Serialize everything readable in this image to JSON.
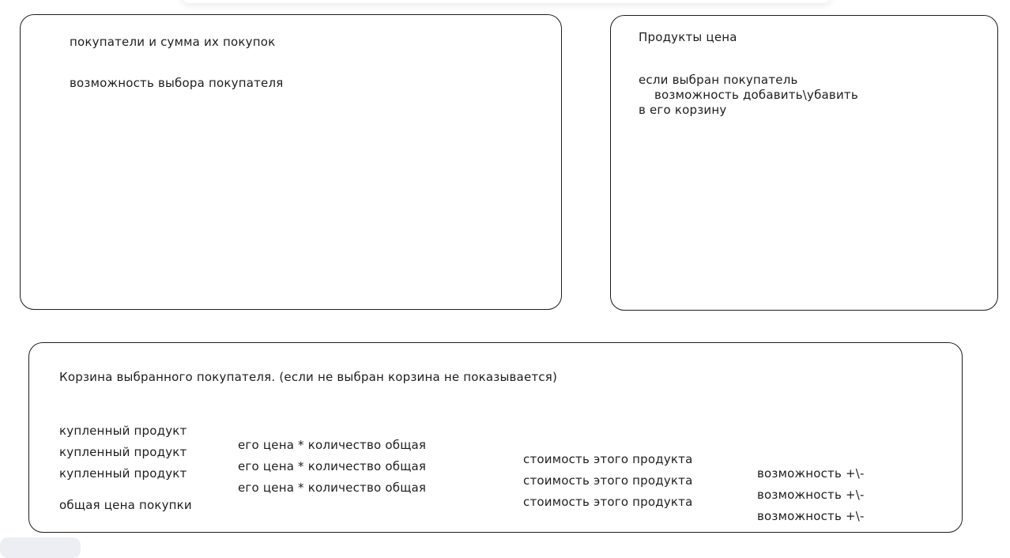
{
  "customers_panel": {
    "line1": "покупатели и сумма их покупок",
    "line2": "возможность выбора покупателя"
  },
  "products_panel": {
    "title": "Продукты цена",
    "line1": "если выбран покупатель",
    "line2": "возможность добавить\\убавить",
    "line3": "в его корзину"
  },
  "cart_panel": {
    "title": "Корзина выбранного покупателя. (если не выбран корзина не показывается)",
    "rows": [
      {
        "product": "купленный продукт",
        "price": "его цена * количество общая",
        "cost": "стоимость этого продукта",
        "action": "возможность +\\-"
      },
      {
        "product": "купленный продукт",
        "price": "его цена * количество общая",
        "cost": "стоимость этого продукта",
        "action": "возможность +\\-"
      },
      {
        "product": "купленный продукт",
        "price": "его цена * количество общая",
        "cost": "стоимость этого продукта",
        "action": "возможность +\\-"
      }
    ],
    "total": "общая цена покупки"
  },
  "colors": {
    "stroke": "#1e1e1e",
    "background": "#ffffff"
  }
}
